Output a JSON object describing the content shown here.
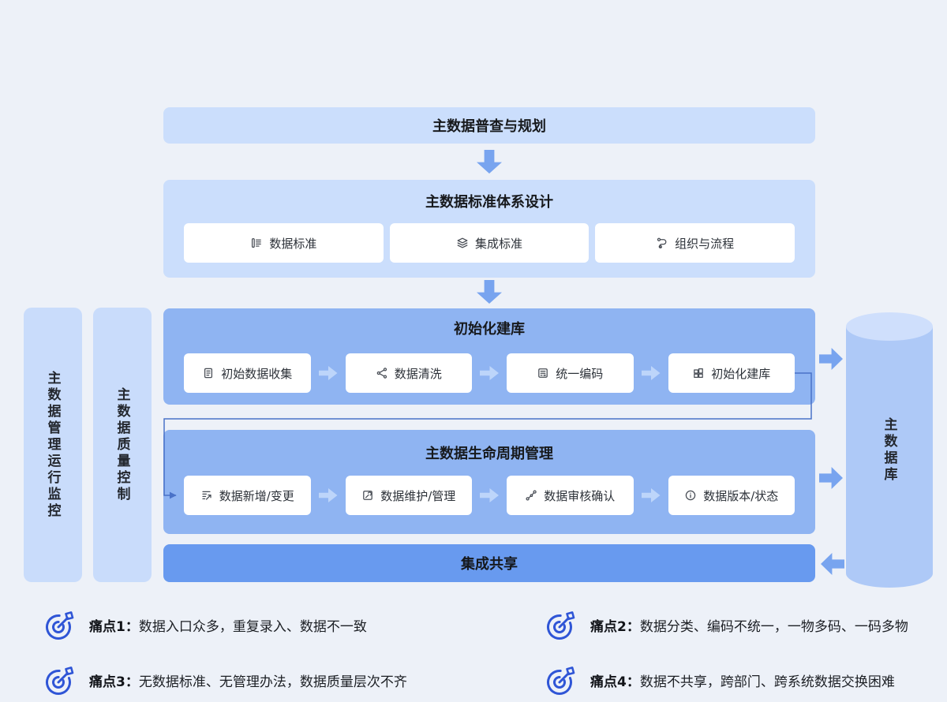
{
  "colors": {
    "background": "#edf1f8",
    "light_box": "#cbdefc",
    "section_box": "#8fb4f2",
    "integration_bar": "#689aef",
    "side_bar": "#c9dcfb",
    "cylinder_body": "#aec9f7",
    "cylinder_top": "#cfdffc",
    "block_arrow": "#78a4ef",
    "small_arrow": "#bdd5fa",
    "connector_line": "#4a72c8",
    "pain_icon": "#2f55d6"
  },
  "flow": {
    "survey_box": {
      "label": "主数据普查与规划"
    },
    "standards_section": {
      "title": "主数据标准体系设计",
      "items": [
        {
          "icon": "data-standard-icon",
          "label": "数据标准"
        },
        {
          "icon": "layers-icon",
          "label": "集成标准"
        },
        {
          "icon": "process-flow-icon",
          "label": "组织与流程"
        }
      ]
    },
    "init_section": {
      "title": "初始化建库",
      "items": [
        {
          "icon": "collect-icon",
          "label": "初始数据收集"
        },
        {
          "icon": "clean-icon",
          "label": "数据清洗"
        },
        {
          "icon": "encode-icon",
          "label": "统一编码"
        },
        {
          "icon": "grid-icon",
          "label": "初始化建库"
        }
      ]
    },
    "lifecycle_section": {
      "title": "主数据生命周期管理",
      "items": [
        {
          "icon": "add-change-icon",
          "label": "数据新增/变更"
        },
        {
          "icon": "maintain-icon",
          "label": "数据维护/管理"
        },
        {
          "icon": "audit-icon",
          "label": "数据审核确认"
        },
        {
          "icon": "info-icon",
          "label": "数据版本/状态"
        }
      ]
    },
    "integration_bar": {
      "label": "集成共享"
    },
    "side_bars": [
      {
        "label": "主数据管理运行监控"
      },
      {
        "label": "主数据质量控制"
      }
    ],
    "database": {
      "label": "主数据库"
    }
  },
  "pain_points": [
    {
      "label": "痛点1：",
      "text": "数据入口众多，重复录入、数据不一致"
    },
    {
      "label": "痛点2：",
      "text": "数据分类、编码不统一，一物多码、一码多物"
    },
    {
      "label": "痛点3：",
      "text": "无数据标准、无管理办法，数据质量层次不齐"
    },
    {
      "label": "痛点4：",
      "text": "数据不共享，跨部门、跨系统数据交换困难"
    }
  ]
}
